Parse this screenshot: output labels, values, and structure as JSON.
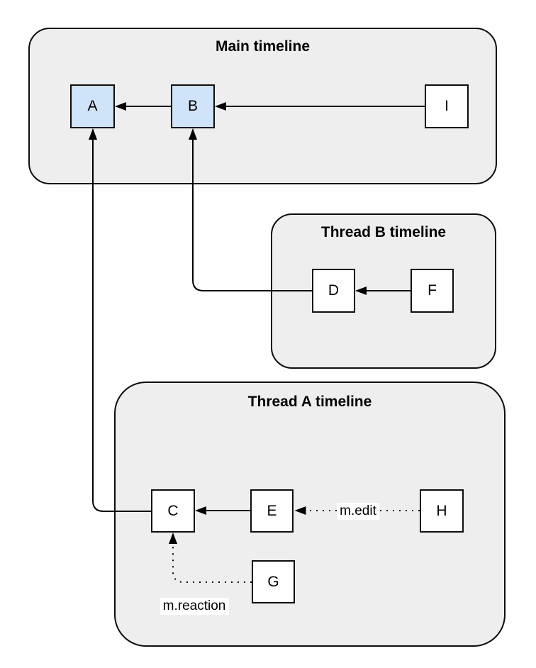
{
  "diagram": {
    "containers": [
      {
        "id": "main",
        "title": "Main timeline"
      },
      {
        "id": "thread-b",
        "title": "Thread B timeline"
      },
      {
        "id": "thread-a",
        "title": "Thread A timeline"
      }
    ],
    "nodes": [
      {
        "id": "A",
        "label": "A",
        "fill": "highlight"
      },
      {
        "id": "B",
        "label": "B",
        "fill": "highlight"
      },
      {
        "id": "I",
        "label": "I",
        "fill": "plain"
      },
      {
        "id": "D",
        "label": "D",
        "fill": "plain"
      },
      {
        "id": "F",
        "label": "F",
        "fill": "plain"
      },
      {
        "id": "C",
        "label": "C",
        "fill": "plain"
      },
      {
        "id": "E",
        "label": "E",
        "fill": "plain"
      },
      {
        "id": "H",
        "label": "H",
        "fill": "plain"
      },
      {
        "id": "G",
        "label": "G",
        "fill": "plain"
      }
    ],
    "edges": [
      {
        "from": "B",
        "to": "A",
        "style": "solid",
        "label": ""
      },
      {
        "from": "I",
        "to": "B",
        "style": "solid",
        "label": ""
      },
      {
        "from": "F",
        "to": "D",
        "style": "solid",
        "label": ""
      },
      {
        "from": "E",
        "to": "C",
        "style": "solid",
        "label": ""
      },
      {
        "from": "D",
        "to": "B",
        "style": "solid",
        "label": ""
      },
      {
        "from": "C",
        "to": "A",
        "style": "solid",
        "label": ""
      },
      {
        "from": "H",
        "to": "E",
        "style": "dotted",
        "label": "m.edit"
      },
      {
        "from": "G",
        "to": "C",
        "style": "dotted",
        "label": "m.reaction"
      }
    ],
    "colors": {
      "container_fill": "#eeeeee",
      "container_stroke": "#0d0d0d",
      "node_fill": "#ffffff",
      "node_fill_highlight": "#cfe3f9",
      "node_stroke": "#0d0d0d",
      "edge_stroke": "#000000",
      "edge_label_bg": "#ffffff",
      "text": "#000000"
    }
  }
}
